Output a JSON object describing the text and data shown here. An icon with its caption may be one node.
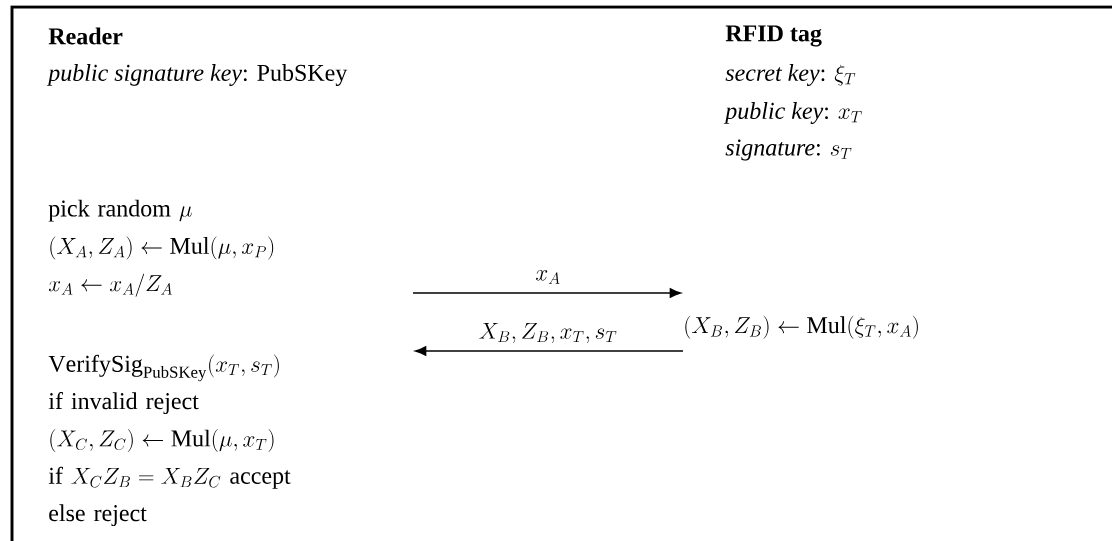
{
  "diagram": {
    "nodes": [
      {
        "text": [
          "\\text{pick random } \\mu",
          "(X_A, Z_A) \\leftarrow \\mathrm{Mul}(\\mu, x_P)",
          "x_A \\leftarrow x_A / Z_A"
        ]
      },
      {
        "text": [
          "(X_B, Z_B) \\leftarrow \\mathrm{Mul}(\\xi_T, x_A)"
        ]
      },
      {
        "text": [
          "\\mathrm{VerifySig}_{\\textsc{PubSKey}}(x_T, s_T)",
          "\\text{if invalid reject}",
          "(X_C, Z_C) \\leftarrow \\mathrm{Mul}(\\mu, x_T)",
          "\\text{if } X_C Z_B = X_B Z_C \\text{ accept}",
          "\\text{else reject}"
        ]
      }
    ],
    "edges": [
      {
        "from": null,
        "to": 1,
        "arrow": "to",
        "label": "x_A"
      },
      {
        "from": 1,
        "to": null,
        "arrow": "to",
        "label": "X_B, Z_B, x_T, s_T"
      }
    ],
    "labels": [
      "Reader",
      "\\textit{public signature key}\\text{: }\\textsc{PubSKey}",
      "RFID tag",
      "\\textit{secret key}\\text{: }\\xi_T",
      "\\textit{public key}\\text{: }x_T",
      "\\textit{signature}\\text{: }s_T"
    ]
  }
}
